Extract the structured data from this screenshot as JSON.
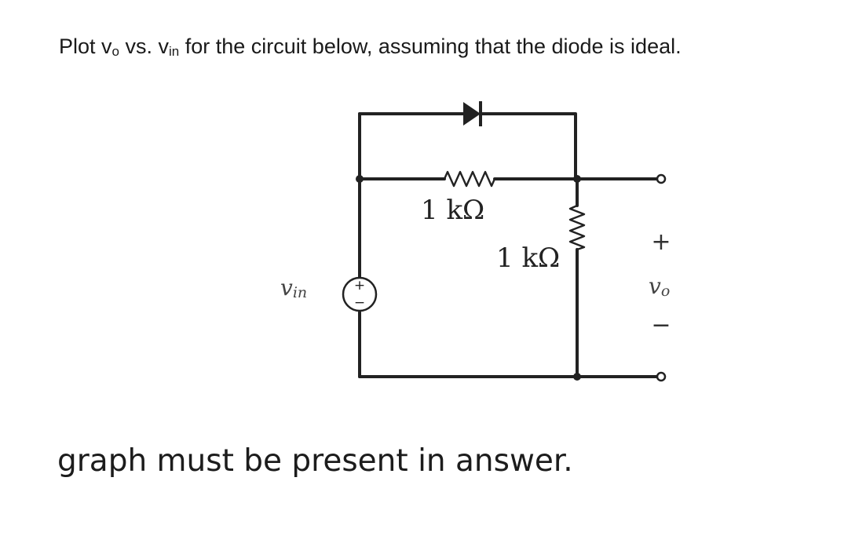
{
  "question": {
    "prefix": "Plot v",
    "out_sub": "o",
    "middle": " vs. v",
    "in_sub": "in",
    "suffix": " for the circuit below, assuming that the diode is ideal."
  },
  "circuit": {
    "series_resistor_label": "1 kΩ",
    "shunt_resistor_label": "1 kΩ",
    "source_label": "v",
    "source_label_sub": "in",
    "output_label": "v",
    "output_label_sub": "o",
    "source_plus": "+",
    "source_minus": "−",
    "output_plus": "+",
    "output_minus": "−"
  },
  "note": "graph must be present in answer."
}
